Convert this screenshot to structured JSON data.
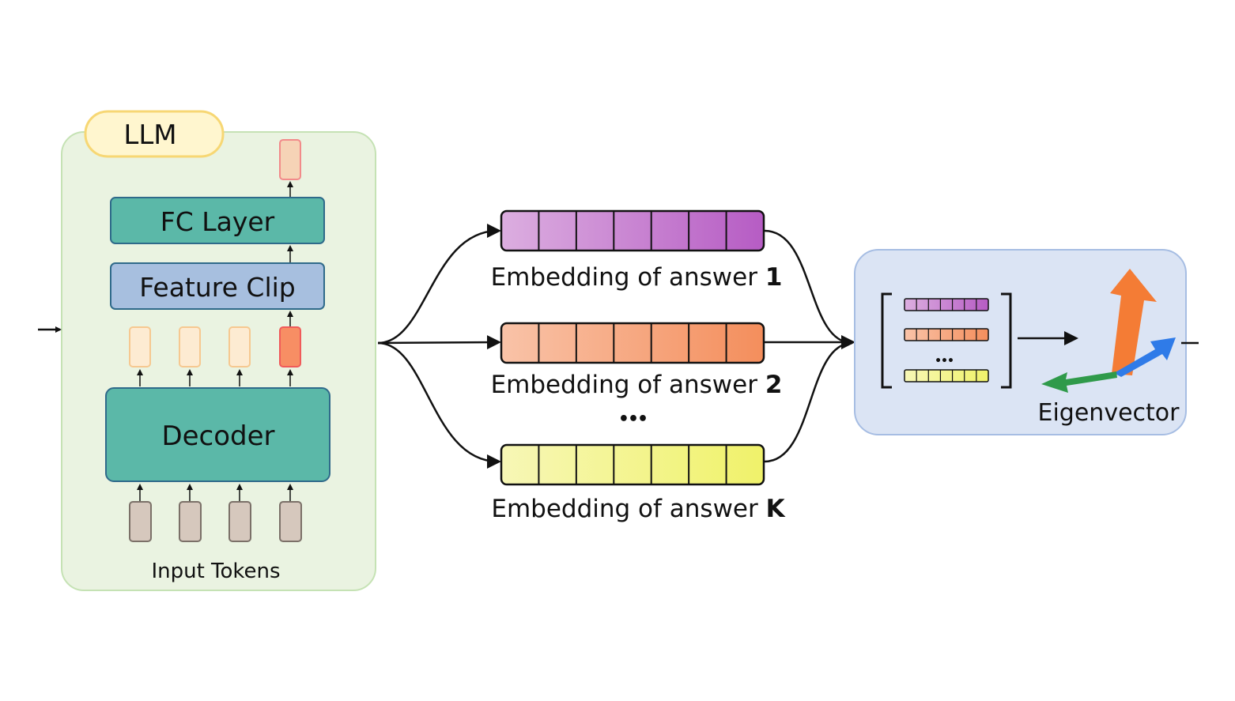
{
  "llm": {
    "title": "LLM",
    "fc_layer": "FC Layer",
    "feature_clip": "Feature Clip",
    "decoder": "Decoder",
    "input_tokens": "Input Tokens"
  },
  "embeddings": [
    {
      "prefix": "Embedding of answer ",
      "index": "1",
      "color_start": "#dcaee0",
      "color_end": "#b65cc4"
    },
    {
      "prefix": "Embedding of answer ",
      "index": "2",
      "color_start": "#f9c3a8",
      "color_end": "#f48e5c"
    },
    {
      "prefix": "Embedding of answer ",
      "index": "K",
      "color_start": "#f7f7b6",
      "color_end": "#f0f26a"
    }
  ],
  "ellipsis": "•••",
  "matrix_ellipsis": "•••",
  "eigenvector_label": "Eigenvector",
  "colors": {
    "llm_bg": "#eaf3e1",
    "llm_border": "#c5e2b4",
    "llm_tag_bg": "#fff6cf",
    "llm_tag_border": "#f7d774",
    "teal": "#5bb8a8",
    "teal_border": "#2f6a8a",
    "clip_bg": "#a7bfdf",
    "token_fill": "#d6c8bd",
    "hidden_fill": "#fdebd2",
    "last_hidden_fill": "#f78e64",
    "output_fill": "#f6d3b6",
    "eig_bg": "#dbe4f4",
    "eig_border": "#a6bde3",
    "vec_orange": "#f47c35",
    "vec_blue": "#2f7be8",
    "vec_green": "#2f9a4a"
  },
  "icons": [
    "arrow-icon",
    "eigenvector-arrows-icon"
  ]
}
